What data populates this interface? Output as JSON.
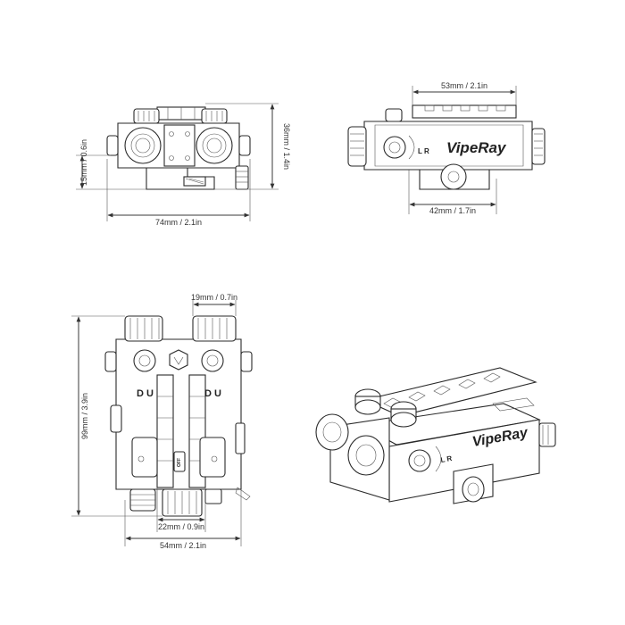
{
  "dimensions": {
    "front_height": "36mm / 1.4in",
    "front_offset": "15mm / 0.6in",
    "front_width": "74mm / 2.1in",
    "side_top": "53mm / 2.1in",
    "side_bottom": "42mm / 1.7in",
    "top_length": "99mm / 3.9in",
    "top_housing": "19mm / 0.7in",
    "top_gap": "22mm / 0.9in",
    "top_width": "54mm / 2.1in"
  },
  "labels": {
    "brand": "VipeRay",
    "knob_letters": "D U",
    "switch_letters": "L R",
    "mount_mark": "OFF"
  }
}
